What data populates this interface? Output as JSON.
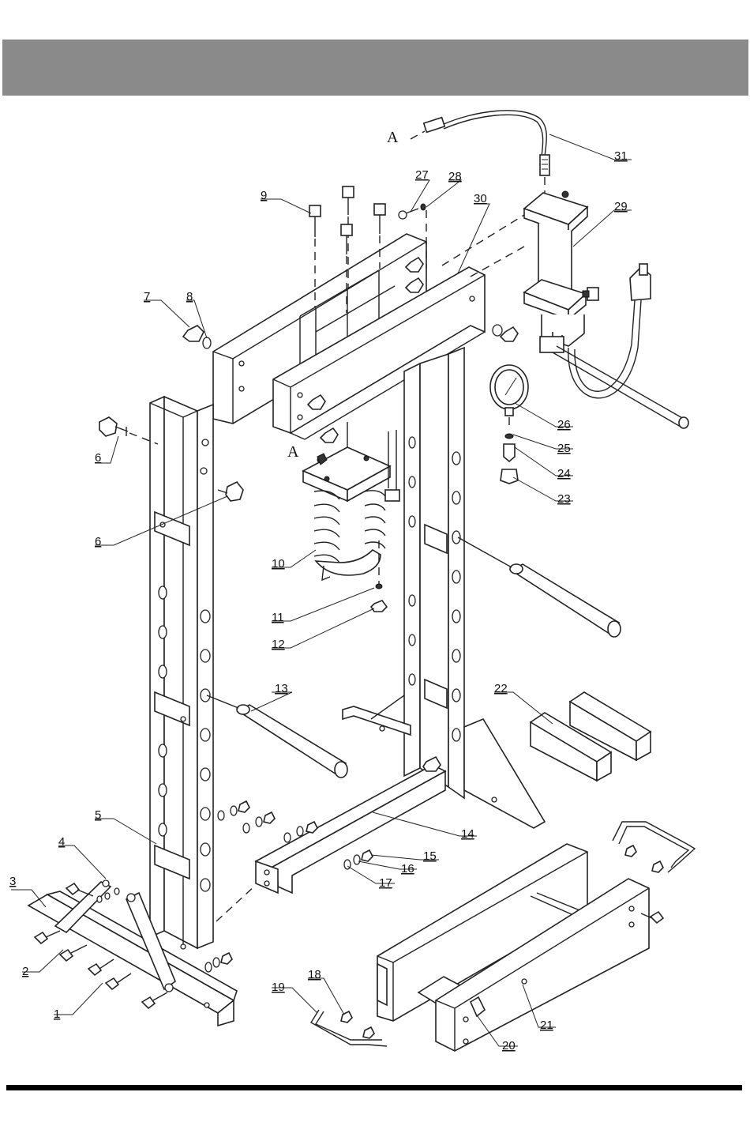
{
  "view_marker": "A",
  "parts": [
    {
      "id": "1",
      "label": "1"
    },
    {
      "id": "2",
      "label": "2"
    },
    {
      "id": "3",
      "label": "3"
    },
    {
      "id": "4",
      "label": "4"
    },
    {
      "id": "5",
      "label": "5"
    },
    {
      "id": "6a",
      "label": "6"
    },
    {
      "id": "6b",
      "label": "6"
    },
    {
      "id": "7",
      "label": "7"
    },
    {
      "id": "8",
      "label": "8"
    },
    {
      "id": "9",
      "label": "9"
    },
    {
      "id": "10",
      "label": "10"
    },
    {
      "id": "11",
      "label": "11"
    },
    {
      "id": "12",
      "label": "12"
    },
    {
      "id": "13",
      "label": "13"
    },
    {
      "id": "14",
      "label": "14"
    },
    {
      "id": "15",
      "label": "15"
    },
    {
      "id": "16",
      "label": "16"
    },
    {
      "id": "17",
      "label": "17"
    },
    {
      "id": "18",
      "label": "18"
    },
    {
      "id": "19",
      "label": "19"
    },
    {
      "id": "20",
      "label": "20"
    },
    {
      "id": "21",
      "label": "21"
    },
    {
      "id": "22",
      "label": "22"
    },
    {
      "id": "23",
      "label": "23"
    },
    {
      "id": "24",
      "label": "24"
    },
    {
      "id": "25",
      "label": "25"
    },
    {
      "id": "26",
      "label": "26"
    },
    {
      "id": "27",
      "label": "27"
    },
    {
      "id": "28",
      "label": "28"
    },
    {
      "id": "29",
      "label": "29"
    },
    {
      "id": "30",
      "label": "30"
    },
    {
      "id": "31",
      "label": "31"
    }
  ]
}
